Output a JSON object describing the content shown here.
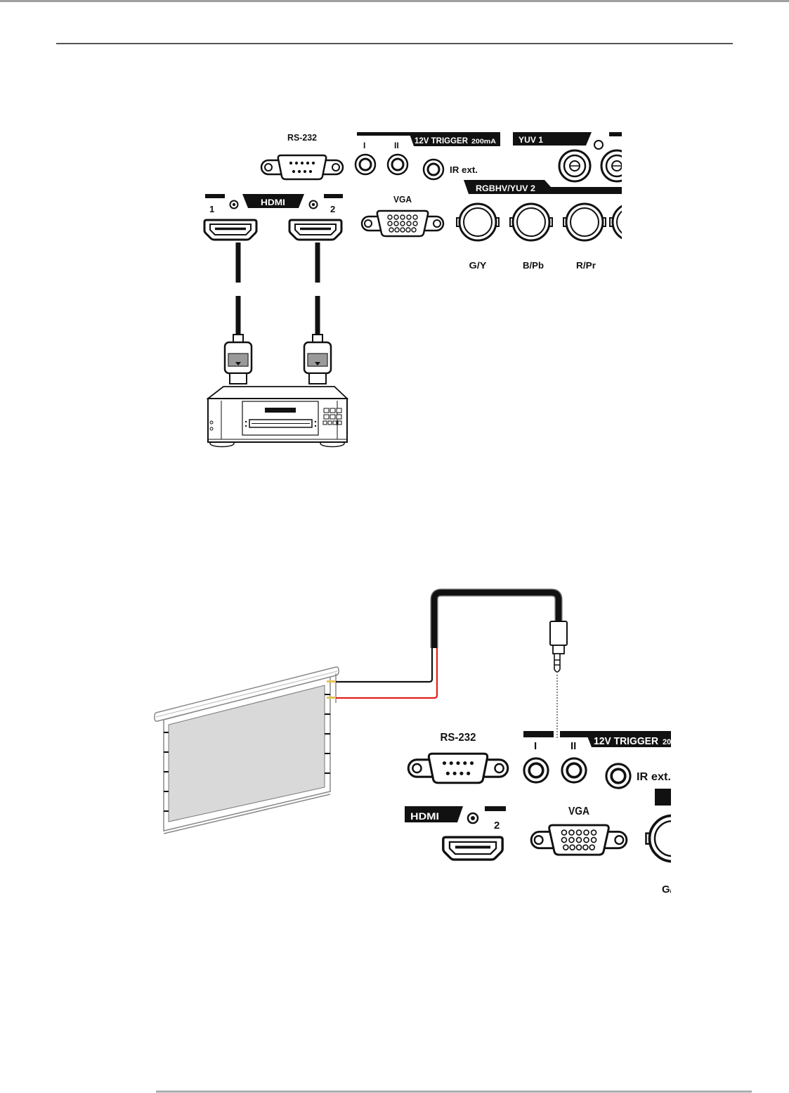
{
  "diagram_1": {
    "rs232_label": "RS-232",
    "trigger": {
      "label": "12V TRIGGER",
      "rating": "200mA",
      "ports": [
        "I",
        "II"
      ]
    },
    "ir_label": "IR ext.",
    "yuv1_label": "YUV 1",
    "hdmi": {
      "label": "HDMI",
      "ports": [
        "1",
        "2"
      ]
    },
    "vga_label": "VGA",
    "rgbhv": {
      "label": "RGBHV/YUV 2",
      "channels": [
        "G/Y",
        "B/Pb",
        "R/Pr"
      ]
    }
  },
  "diagram_2": {
    "rs232_label": "RS-232",
    "trigger": {
      "label": "12V TRIGGER",
      "rating": "20",
      "ports": [
        "I",
        "II"
      ]
    },
    "ir_label": "IR ext.",
    "hdmi": {
      "label": "HDMI",
      "port": "2"
    },
    "vga_label": "VGA",
    "bnc_label": "G/"
  },
  "colors": {
    "ink": "#111111",
    "red_wire": "#e0201a",
    "screen_gray": "#d9d9d9",
    "plug_gray": "#9a9a9a",
    "wire_tip": "#e6c25a"
  }
}
